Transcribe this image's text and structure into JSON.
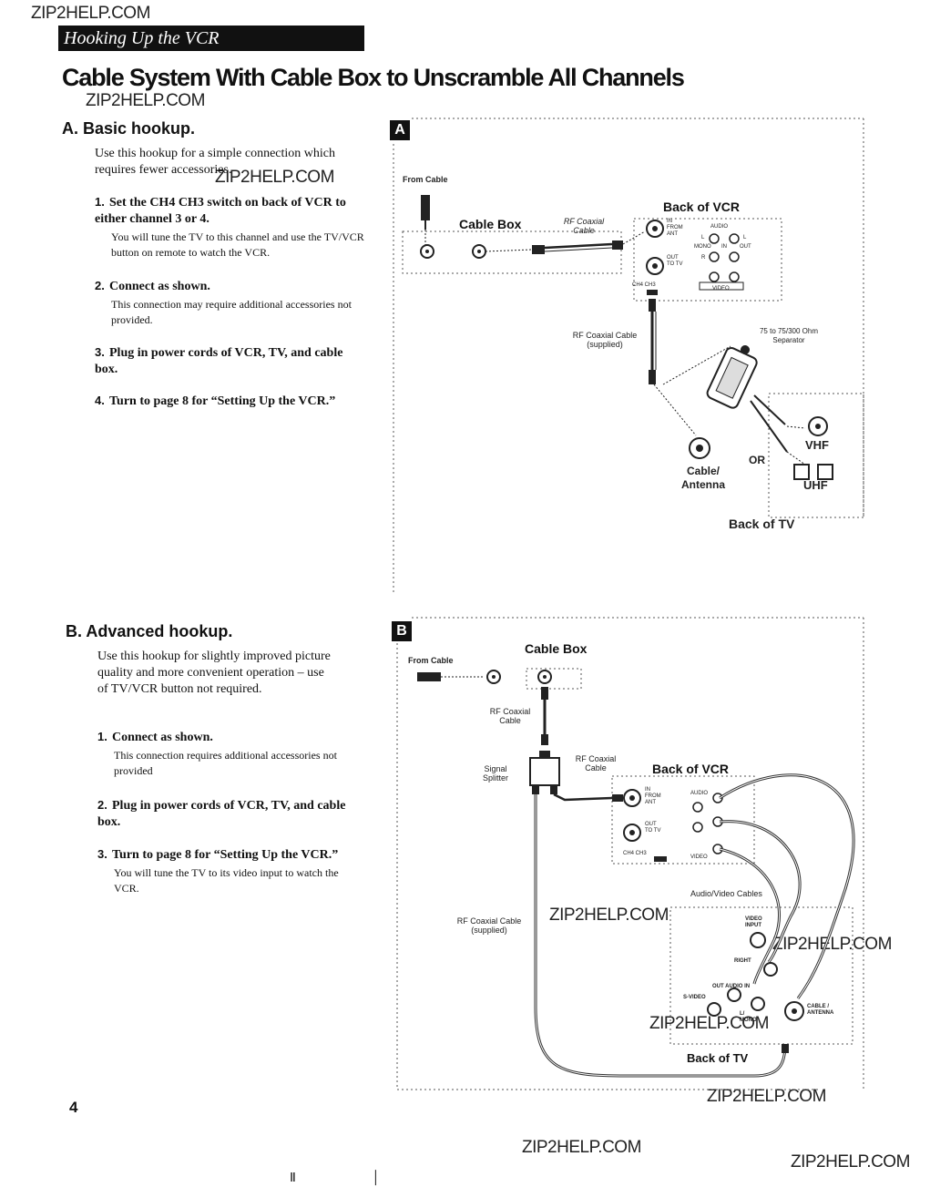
{
  "watermarks": [
    "ZIP2HELP.COM",
    "ZIP2HELP.COM",
    "ZIP2HELP.COM",
    "ZIP2HELP.COM",
    "ZIP2HELP.COM",
    "ZIP2HELP.COM",
    "ZIP2HELP.COM",
    "ZIP2HELP.COM",
    "ZIP2HELP.COM"
  ],
  "section_tab": "Hooking Up the VCR",
  "page_title": "Cable System With Cable Box to Unscramble All Channels",
  "section_a": {
    "heading": "A.  Basic hookup.",
    "intro": "Use this hookup for a simple connection which requires fewer accessories.",
    "steps": [
      {
        "num": "1.",
        "text": "Set the CH4 CH3 switch on back of VCR to either channel 3 or 4.",
        "note": "You will tune the TV to this channel and use the TV/VCR button on remote to watch the VCR."
      },
      {
        "num": "2.",
        "text": "Connect as shown.",
        "note": "This connection may require additional accessories not provided."
      },
      {
        "num": "3.",
        "text": "Plug in power cords of VCR, TV, and cable box.",
        "note": ""
      },
      {
        "num": "4.",
        "text": "Turn to page 8 for “Setting Up the VCR.”",
        "note": ""
      }
    ]
  },
  "section_b": {
    "heading": "B.  Advanced hookup.",
    "intro": "Use this hookup for slightly improved picture quality and more convenient operation – use of TV/VCR button not required.",
    "steps": [
      {
        "num": "1.",
        "text": "Connect as shown.",
        "note": "This connection requires additional accessories not provided"
      },
      {
        "num": "2.",
        "text": "Plug in power cords of VCR, TV, and cable box.",
        "note": ""
      },
      {
        "num": "3.",
        "text": "Turn to page 8 for “Setting Up the VCR.”",
        "note": "You will tune the TV to its video input to watch the VCR."
      }
    ]
  },
  "diagram_a": {
    "badge": "A",
    "from_cable": "From Cable",
    "cable_box": "Cable Box",
    "rf_coaxial_cable": "RF Coaxial Cable",
    "back_of_vcr": "Back of VCR",
    "in_from_ant": "IN FROM ANT",
    "out_to_tv": "OUT TO TV",
    "audio": "AUDIO",
    "video": "VIDEO",
    "mono": "MONO",
    "in_label": "IN",
    "out_label": "OUT",
    "l": "L",
    "r": "R",
    "ch_switch": "CH4 CH3",
    "rf_supplied": "RF Coaxial Cable (supplied)",
    "separator": "75 to 75/300 Ohm Separator",
    "cable_antenna": "Cable/ Antenna",
    "or": "OR",
    "vhf": "VHF",
    "uhf": "UHF",
    "back_of_tv": "Back of TV"
  },
  "diagram_b": {
    "badge": "B",
    "cable_box": "Cable Box",
    "from_cable": "From Cable",
    "rf_coaxial_cable": "RF Coaxial Cable",
    "signal_splitter": "Signal Splitter",
    "rf_coaxial_cable_2": "RF Coaxial Cable",
    "back_of_vcr": "Back of VCR",
    "in_from_ant": "IN FROM ANT",
    "out_to_tv": "OUT TO TV",
    "audio": "AUDIO",
    "video": "VIDEO",
    "ch_switch": "CH4 CH3",
    "av_cables": "Audio/Video Cables",
    "rf_supplied": "RF Coaxial Cable (supplied)",
    "video_input": "VIDEO INPUT",
    "right": "RIGHT",
    "out_audio_in": "OUT  AUDIO  IN",
    "s_video": "S-VIDEO",
    "l_mono": "L/ MONO",
    "cable_antenna": "CABLE / ANTENNA",
    "back_of_tv": "Back of TV"
  },
  "page_number": "4",
  "footer_marks": "Ⅱ │"
}
